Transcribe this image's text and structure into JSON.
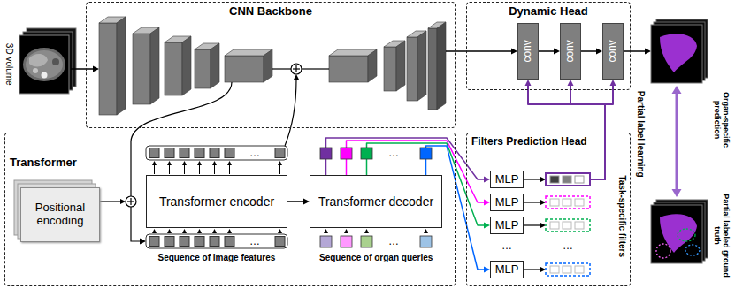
{
  "diagram": {
    "nodes": [
      {
        "text": [
          "CNN Backbone"
        ]
      },
      {
        "text": [
          "Dynamic Head"
        ]
      },
      {
        "text": [
          "conv"
        ],
        "in": 1
      },
      {
        "text": [
          "conv"
        ],
        "in": 1
      },
      {
        "text": [
          "conv"
        ],
        "in": 1
      },
      {
        "text": [
          "Transformer"
        ]
      },
      {
        "text": [
          "Positional encoding"
        ],
        "in": 5
      },
      {
        "text": [
          "Transformer encoder"
        ],
        "in": 5
      },
      {
        "text": [
          "Transformer decoder"
        ],
        "in": 5
      },
      {
        "text": [
          "Filters Prediction Head"
        ]
      },
      {
        "text": [
          "MLP"
        ],
        "in": 9
      },
      {
        "text": [
          "MLP"
        ],
        "in": 9
      },
      {
        "text": [
          "MLP"
        ],
        "in": 9
      },
      {
        "text": [
          "MLP"
        ],
        "in": 9
      }
    ],
    "edges": [
      {
        "from": 2,
        "to": 3,
        "arrow": "to"
      },
      {
        "from": 3,
        "to": 4,
        "arrow": "to"
      },
      {
        "from": 7,
        "to": 8,
        "arrow": "to"
      },
      {
        "from": 8,
        "to": 10,
        "arrow": "to"
      },
      {
        "from": 8,
        "to": 11,
        "arrow": "to"
      },
      {
        "from": 8,
        "to": 12,
        "arrow": "to"
      },
      {
        "from": 8,
        "to": 13,
        "arrow": "to"
      },
      {
        "from": 9,
        "to": 2,
        "arrow": "to"
      },
      {
        "from": 9,
        "to": 3,
        "arrow": "to"
      },
      {
        "from": 9,
        "to": 4,
        "arrow": "to"
      }
    ],
    "labels": [
      "3D volume",
      "…",
      "…",
      "Sequence of image features",
      "…",
      "…",
      "Sequence of organ queries",
      "…",
      "…",
      "Task-specific filters",
      "Partial label learning",
      "Organ-specific prediction",
      "Partial labeled ground truth"
    ]
  }
}
